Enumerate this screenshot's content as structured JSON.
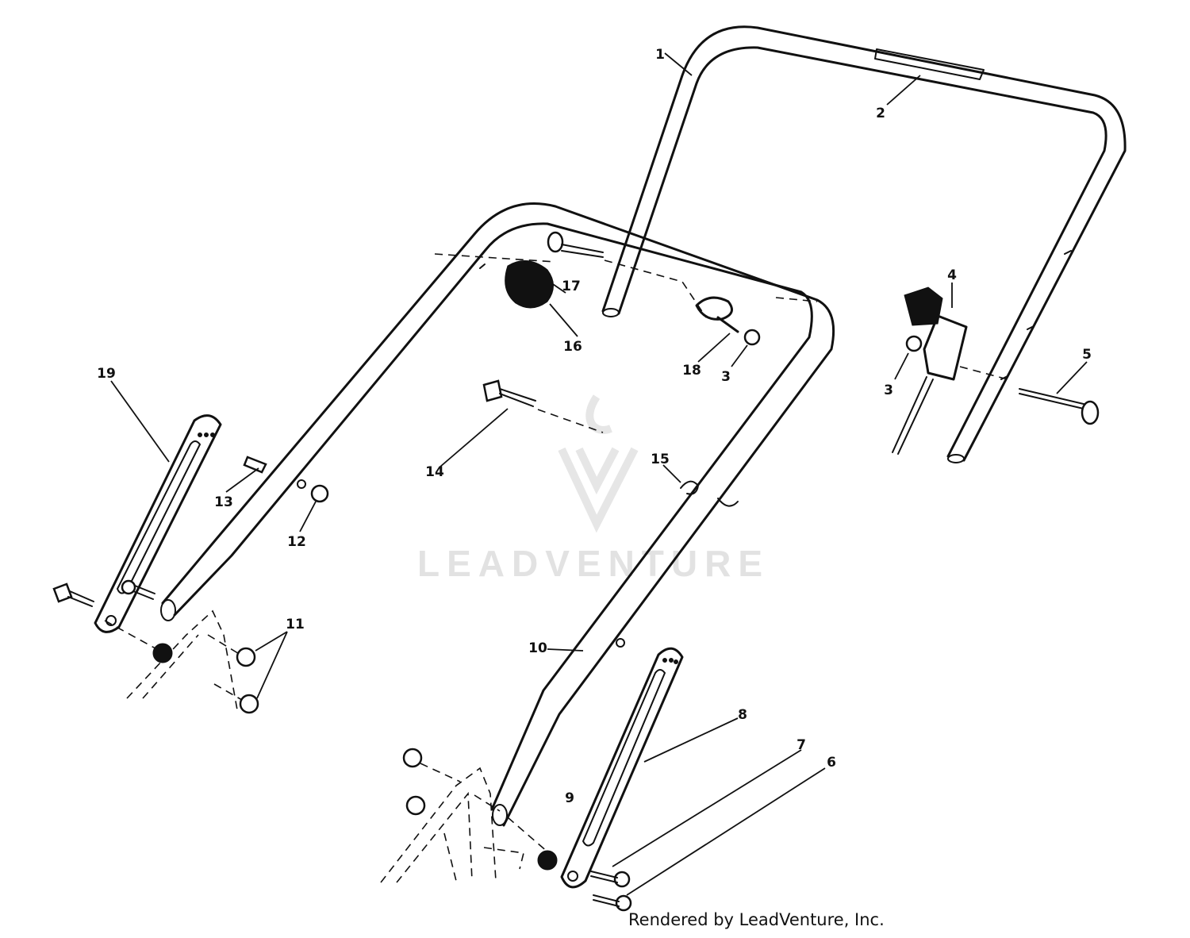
{
  "watermark": {
    "text": "LEADVENTURE",
    "color": "#e2e2e2"
  },
  "footer": {
    "credit": "Rendered by LeadVenture, Inc."
  },
  "callouts": [
    {
      "id": "1",
      "label": "1"
    },
    {
      "id": "2",
      "label": "2"
    },
    {
      "id": "3a",
      "label": "3"
    },
    {
      "id": "3b",
      "label": "3"
    },
    {
      "id": "4",
      "label": "4"
    },
    {
      "id": "5",
      "label": "5"
    },
    {
      "id": "6",
      "label": "6"
    },
    {
      "id": "7",
      "label": "7"
    },
    {
      "id": "8",
      "label": "8"
    },
    {
      "id": "9",
      "label": "9"
    },
    {
      "id": "10",
      "label": "10"
    },
    {
      "id": "11",
      "label": "11"
    },
    {
      "id": "12",
      "label": "12"
    },
    {
      "id": "13",
      "label": "13"
    },
    {
      "id": "14",
      "label": "14"
    },
    {
      "id": "15",
      "label": "15"
    },
    {
      "id": "16",
      "label": "16"
    },
    {
      "id": "17",
      "label": "17"
    },
    {
      "id": "18",
      "label": "18"
    },
    {
      "id": "19",
      "label": "19"
    }
  ]
}
